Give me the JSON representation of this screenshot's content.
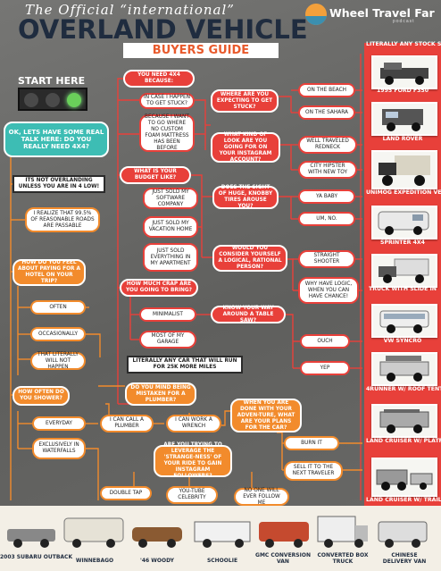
{
  "header": {
    "small": "The Official “international”",
    "big": "OVERLAND VEHICLE",
    "sub": "BUYERS GUIDE"
  },
  "logo": {
    "text": "Wheel Travel Far",
    "sub": "podcast"
  },
  "start": {
    "label": "START HERE"
  },
  "q": {
    "need4x4": "OK, LETS HAVE SOME REAL TALK HERE: DO YOU REALLY NEED 4X4?",
    "not_overlanding": "ITS NOT OVERLANDING UNLESS YOU ARE IN 4 LOW!",
    "realize": "I REALIZE THAT 99.5% OF REASONABLE ROADS ARE PASSABLE",
    "you_need": "YOU NEED 4X4 BECAUSE:",
    "in_case": "IN CASE I HAPPEN TO GET STUCK?",
    "because_i_want": "BECAUSE I WANT TO GO WHERE NO CUSTOM FOAM MATTRESS HAS BEEN BEFORE",
    "where_stuck": "WHERE ARE YOU EXPECTING TO GET STUCK?",
    "on_beach": "ON THE BEACH",
    "on_sahara": "ON THE SAHARA",
    "what_look": "WHAT KIND OF LOOK ARE YOU GOING FOR ON YOUR INSTAGRAM ACCOUNT?",
    "redneck": "WELL TRAVELED REDNECK",
    "hipster": "CITY HIPSTER WITH NEW TOY",
    "budget": "WHAT IS YOUR BUDGET LIKE?",
    "sold_software": "JUST SOLD MY SOFTWARE COMPANY",
    "sold_vacation": "JUST SOLD MY VACATION HOME",
    "sold_everything": "JUST SOLD EVERYTHING IN MY APARTMENT",
    "knobby": "DOES THE SIGHT OF HUGE, KNOBBY TIRES AROUSE YOU?",
    "ya_baby": "YA BABY",
    "um_no": "UM, NO.",
    "logical": "WOULD YOU CONSIDER YOURSELF A LOGICAL, RATIONAL PERSON?",
    "straight": "STRAIGHT SHOOTER",
    "why_logic": "WHY HAVE LOGIC, WHEN YOU CAN HAVE CHANCE!",
    "crap": "HOW MUCH CRAP ARE YOU GOING TO BRING?",
    "minimalist": "MINIMALIST",
    "most_garage": "MOST OF MY GARAGE",
    "table_saw": "KNOW YOUR WAY AROUND A TABLE SAW?",
    "ouch": "OUCH",
    "yep": "YEP",
    "hotel": "HOW DO YOU FEEL ABOUT PAYING FOR A HOTEL ON YOUR TRIP?",
    "often": "OFTEN",
    "occasionally": "OCCASIONALLY",
    "never": "THAT LITERALLY WILL NOT HAPPEN",
    "any_car": "LITERALLY ANY CAR THAT WILL RUN FOR 25K MORE MILES",
    "shower": "HOW OFTEN DO YOU SHOWER?",
    "everyday": "EVERYDAY",
    "waterfalls": "EXCLUSIVELY IN WATERFALLS",
    "plumber_q": "DO YOU MIND BEING MISTAKEN FOR A PLUMBER?",
    "call_plumber": "I CAN CALL A PLUMBER",
    "wrench": "I CAN WORK A WRENCH",
    "done": "WHEN YOU ARE DONE WITH YOUR ADVEN-TURE, WHAT ARE YOUR PLANS FOR THE CAR?",
    "burn": "BURN IT",
    "sell": "SELL IT TO THE NEXT TRAVELER",
    "leverage": "ARE YOU TRYING TO LEVERAGE THE 'STRANGE-NESS' OF YOUR RIDE TO GAIN INSTAGRAM FOLLOWERS?",
    "double_tap": "DOUBLE TAP",
    "youtube": "YOU-TUBE CELEBRITY",
    "no_one": "NO ONE WILL EVER FOLLOW ME"
  },
  "vehicles": {
    "stock_suv": "LITERALLY ANY STOCK SUV",
    "ford": "1995 FORD F350",
    "land_rover": "LAND ROVER",
    "unimog": "UNIMOG EXPEDITION VEHICLE",
    "sprinter": "SPRINTER 4X4",
    "truck_slide": "TRUCK WITH SLIDE IN",
    "vw": "VW SYNCRO",
    "fourrunner": "4RUNNER W/ ROOF TENT",
    "lc_platform": "LAND CRUISER W/ PLATFORM BED",
    "lc_trailer": "LAND CRUISER W/ TRAILER",
    "subaru": "2003 SUBARU OUTBACK",
    "winnebago": "WINNEBAGO",
    "woody": "'46 WOODY",
    "schoolie": "SCHOOLIE",
    "gmc": "GMC CONVERSION VAN",
    "box_truck": "CONVERTED BOX TRUCK",
    "chinese": "CHINESE DELIVERY VAN"
  },
  "colors": {
    "red": "#e8403a",
    "orange": "#f28b2c",
    "teal": "#3dbdb4",
    "navy": "#1f2c3f"
  }
}
